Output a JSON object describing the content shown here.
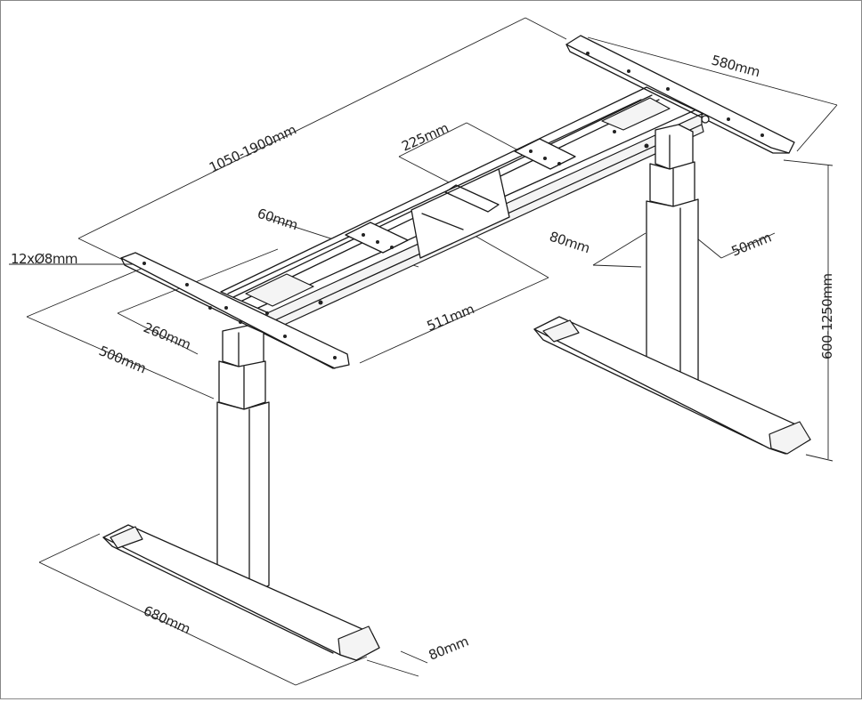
{
  "labels": {
    "top_length": "1050-1900mm",
    "foot_width": "580mm",
    "bracket_span": "225mm",
    "beam_depth": "60mm",
    "holes": "12xØ8mm",
    "column_80": "80mm",
    "column_50": "50mm",
    "height_range": "600-1250mm",
    "beam_offset": "260mm",
    "beam_spacing": "511mm",
    "side_bracket": "500mm",
    "foot_length": "680mm",
    "foot_thickness": "80mm"
  }
}
